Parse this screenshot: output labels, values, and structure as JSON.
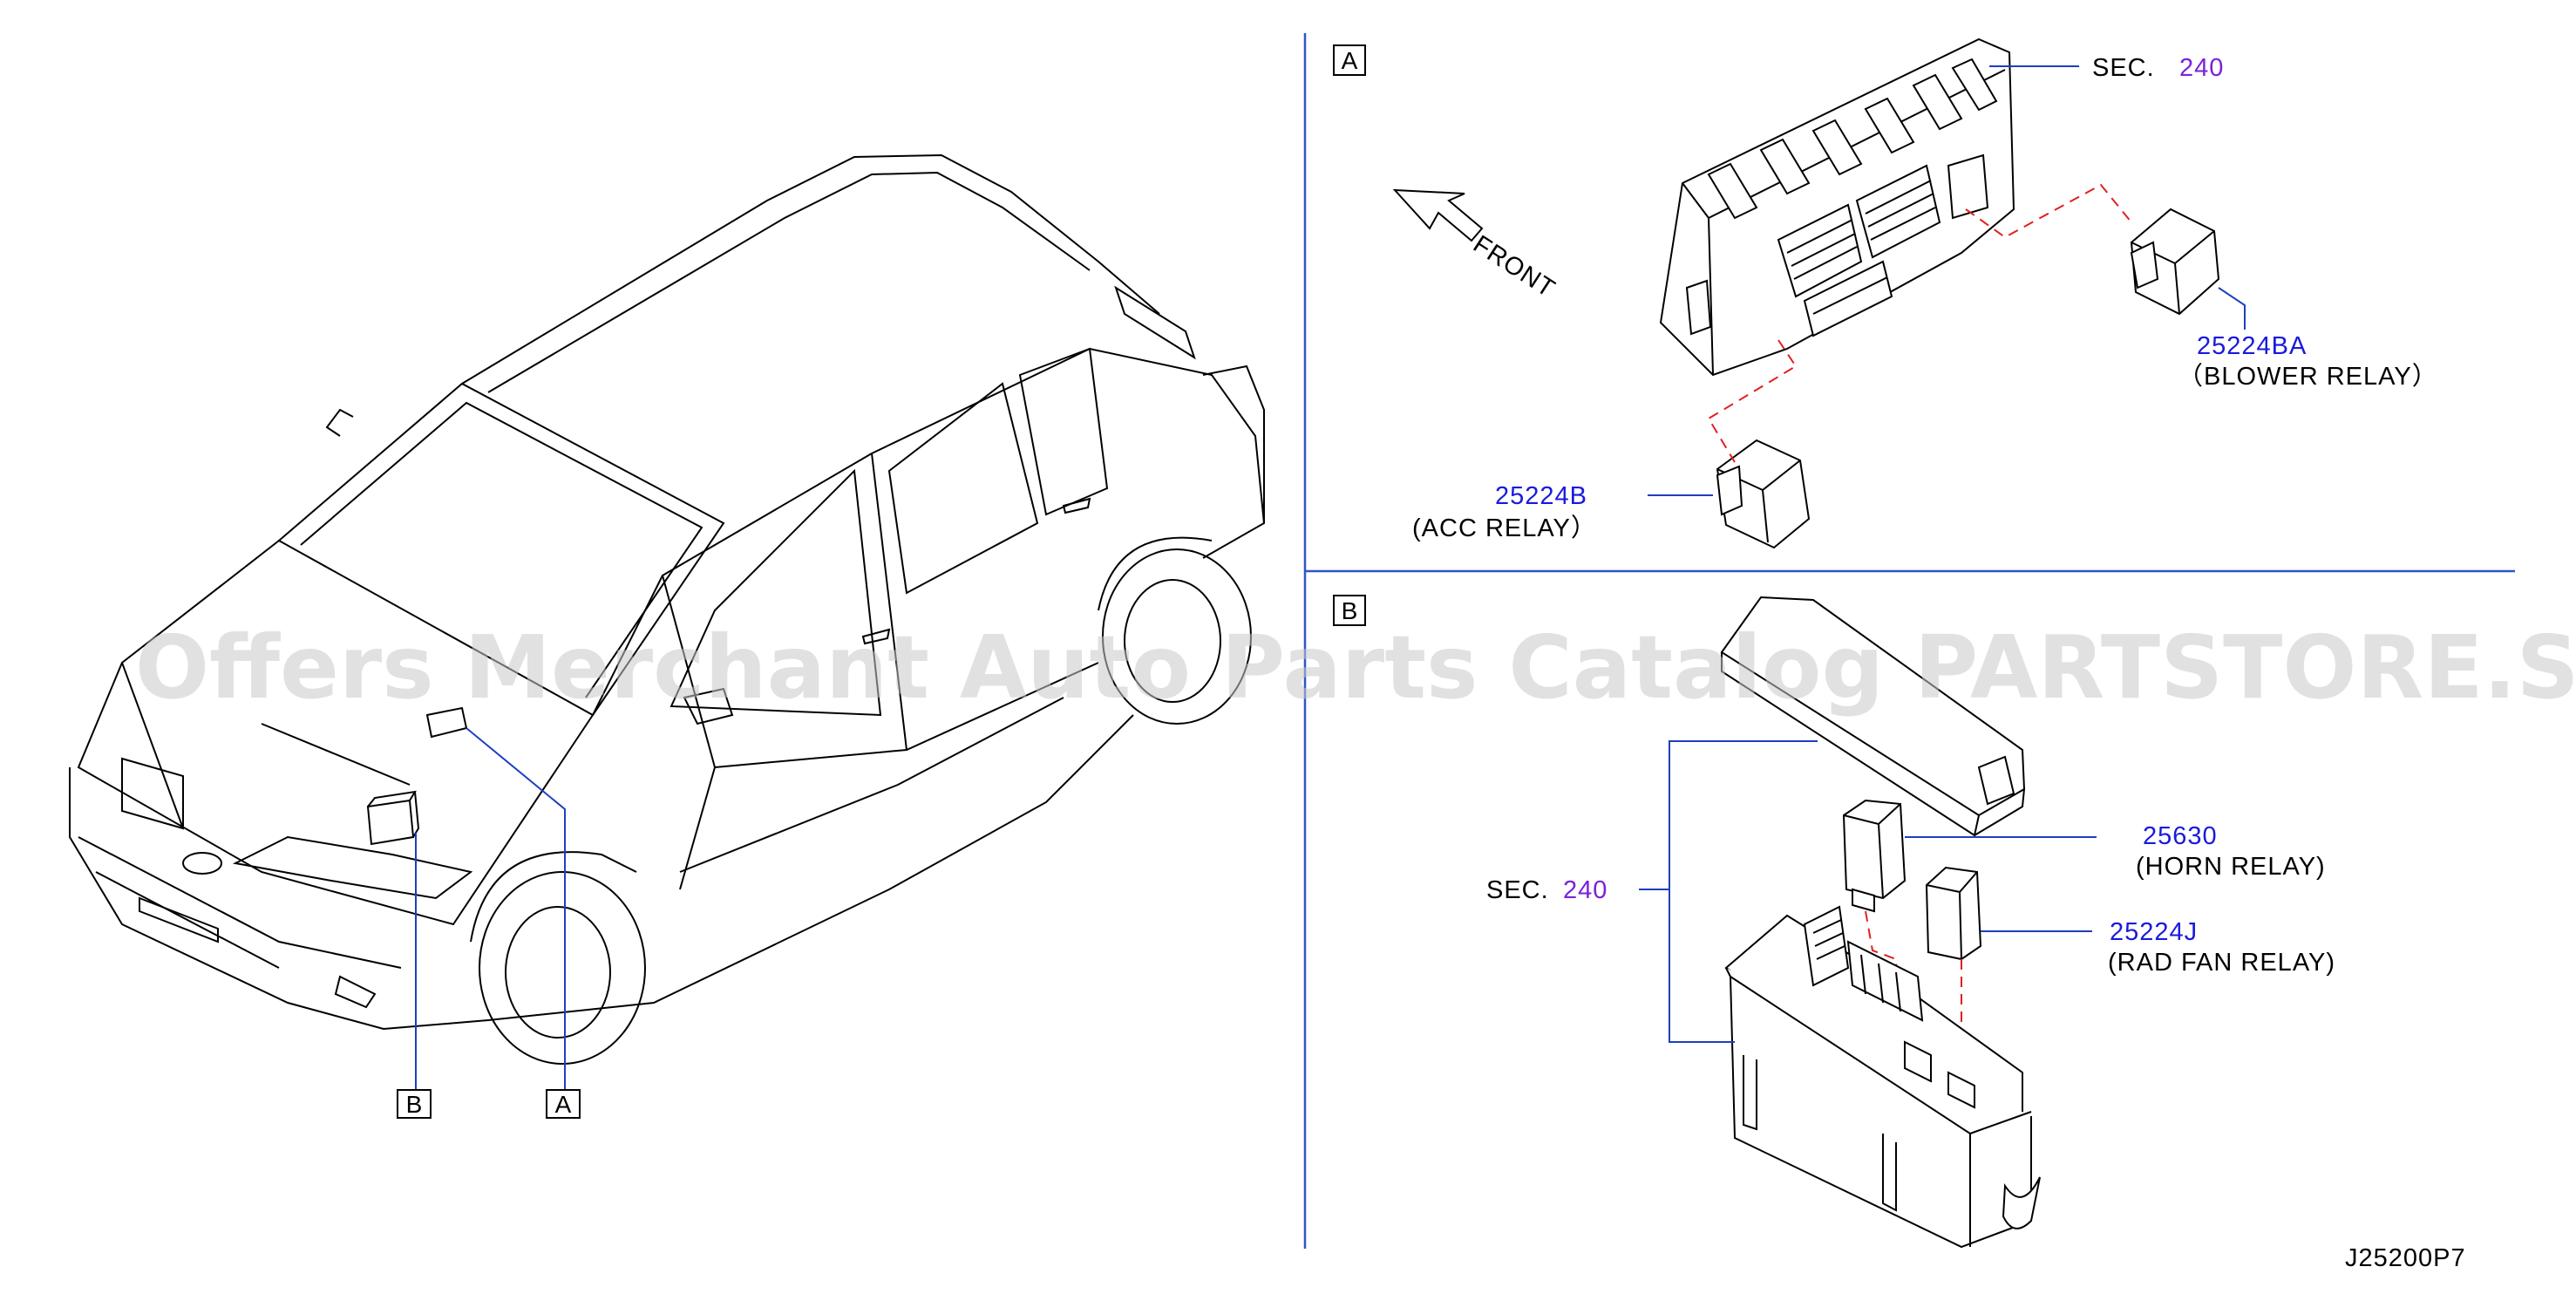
{
  "diagram": {
    "callouts": {
      "a": "A",
      "b": "B"
    },
    "section_a": {
      "tag": "A",
      "sec_prefix": "SEC.",
      "sec_number": "240",
      "front_label": "FRONT",
      "parts": [
        {
          "number": "25224BA",
          "name": "（BLOWER  RELAY）"
        },
        {
          "number": "25224B",
          "name": "(ACC  RELAY）"
        }
      ]
    },
    "section_b": {
      "tag": "B",
      "sec_prefix": "SEC.",
      "sec_number": "240",
      "parts": [
        {
          "number": "25630",
          "name": "(HORN  RELAY)"
        },
        {
          "number": "25224J",
          "name": "(RAD  FAN  RELAY)"
        }
      ]
    },
    "diagram_code": "J25200P7",
    "watermark": "Offers Merchant Auto Parts Catalog PARTSTORE.SA"
  },
  "colors": {
    "part_number": "#1a1adc",
    "section_number": "#7a22d8",
    "leader": "#1e3fbf",
    "dashed_link": "#e02020"
  }
}
